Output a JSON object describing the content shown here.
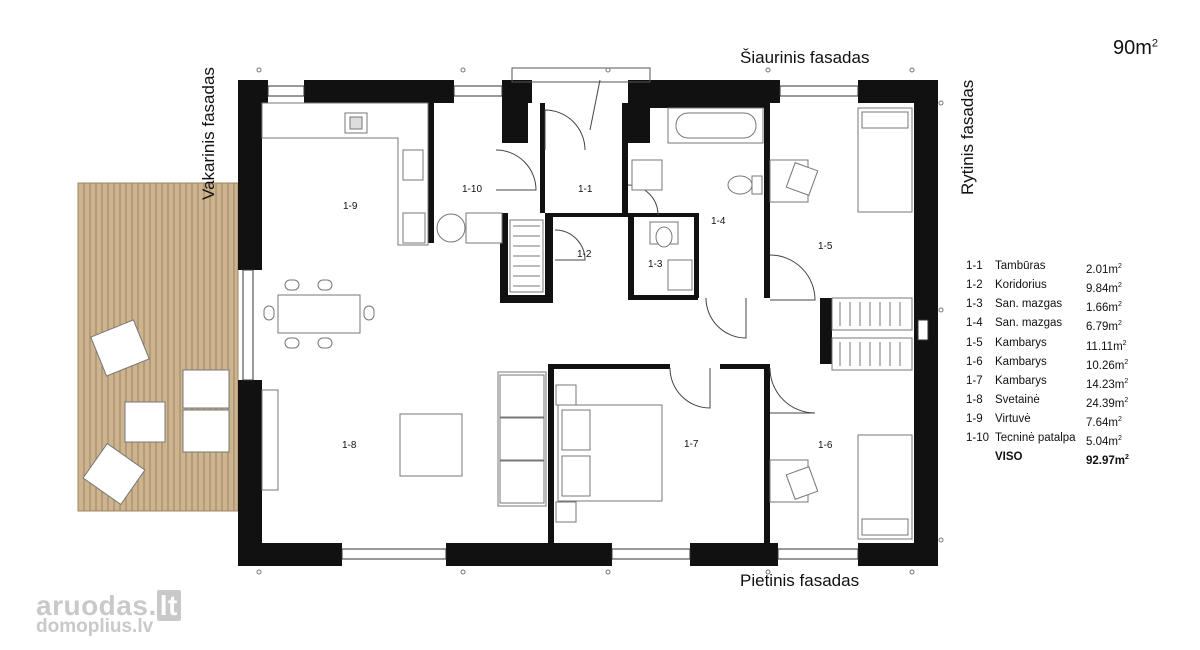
{
  "plan": {
    "area_label": "90m",
    "area_sup": "2",
    "facades": {
      "north": "Šiaurinis fasadas",
      "south": "Pietinis fasadas",
      "west": "Vakarinis fasadas",
      "east": "Rytinis fasadas"
    },
    "rooms": [
      "1-1",
      "1-2",
      "1-3",
      "1-4",
      "1-5",
      "1-6",
      "1-7",
      "1-8",
      "1-9",
      "1-10"
    ]
  },
  "legend": {
    "unit": "m",
    "unit_sup": "2",
    "rows": [
      {
        "id": "1-1",
        "name": "Tambūras",
        "area": "2.01"
      },
      {
        "id": "1-2",
        "name": "Koridorius",
        "area": "9.84"
      },
      {
        "id": "1-3",
        "name": "San. mazgas",
        "area": "1.66"
      },
      {
        "id": "1-4",
        "name": "San. mazgas",
        "area": "6.79"
      },
      {
        "id": "1-5",
        "name": "Kambarys",
        "area": "11.11"
      },
      {
        "id": "1-6",
        "name": "Kambarys",
        "area": "10.26"
      },
      {
        "id": "1-7",
        "name": "Kambarys",
        "area": "14.23"
      },
      {
        "id": "1-8",
        "name": "Svetainė",
        "area": "24.39"
      },
      {
        "id": "1-9",
        "name": "Virtuvė",
        "area": "7.64"
      },
      {
        "id": "1-10",
        "name": "Tecninė patalpa",
        "area": "5.04"
      }
    ],
    "total": {
      "name": "VISO",
      "area": "92.97"
    }
  },
  "watermark": {
    "line1_a": "aruodas",
    "line1_b": "lt",
    "line2": "domoplius.lv"
  }
}
